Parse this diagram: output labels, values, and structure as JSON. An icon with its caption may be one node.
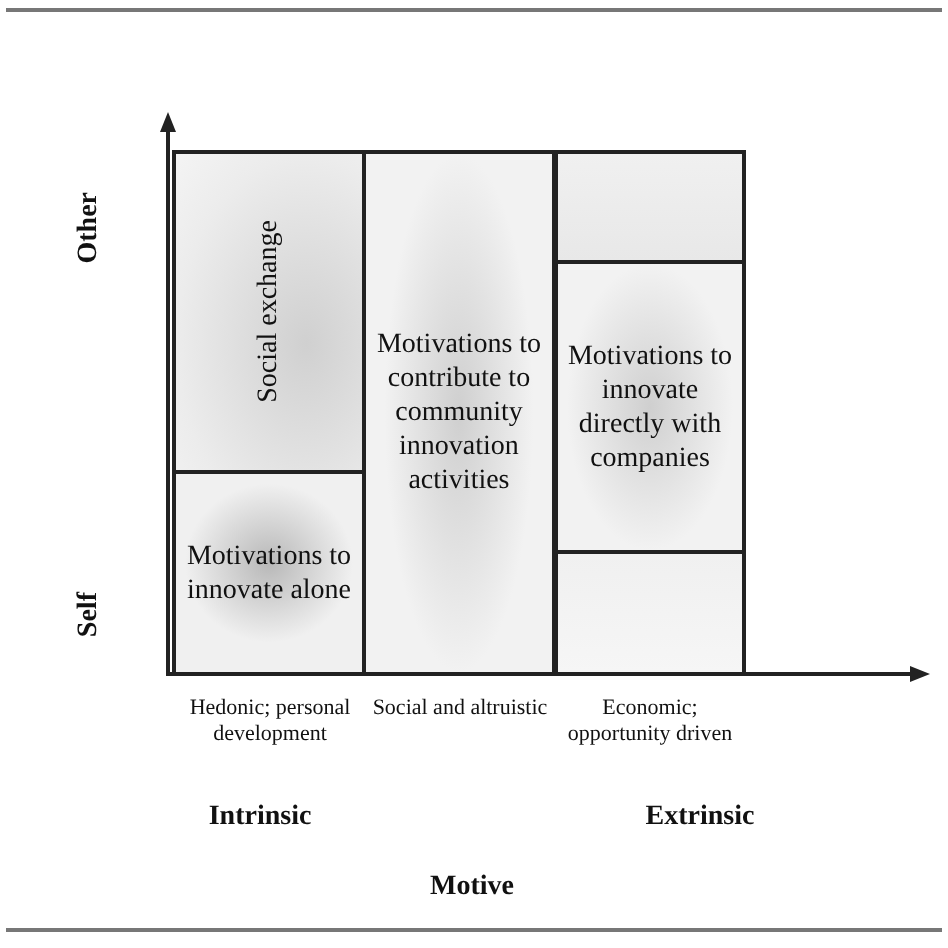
{
  "diagram": {
    "nodes": [
      {
        "text": [
          "Social exchange"
        ]
      },
      {
        "text": [
          "Motivations to contribute to community innovation activities"
        ]
      },
      {
        "text": [],
        "shape": "box"
      },
      {
        "text": [
          "Motivations to innovate directly with companies"
        ]
      },
      {
        "text": [
          "Motivations to innovate alone"
        ]
      },
      {
        "text": [],
        "shape": "box"
      }
    ],
    "edges": [],
    "labels": [
      "Other",
      "Self",
      "Hedonic; personal development",
      "Social and altruistic",
      "Economic; opportunity driven",
      "Intrinsic",
      "Extrinsic",
      "Motive"
    ]
  }
}
